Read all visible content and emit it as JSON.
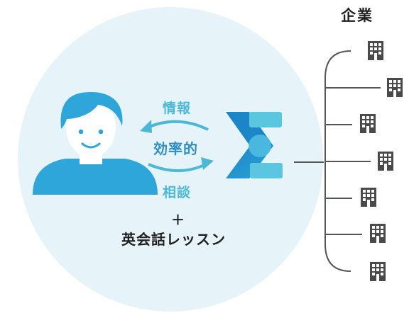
{
  "labels": {
    "companies": "企業",
    "information": "情報",
    "efficiency": "効率的",
    "consultation": "相談",
    "plus": "＋",
    "english_lessons": "英会話レッスン"
  },
  "colors": {
    "circle_bg": "#e6f4fa",
    "person": "#2fa6d9",
    "arrow": "#4bb8d6",
    "logo_dark": "#1c86c8",
    "logo_light": "#5ac6e0",
    "building": "#4a4a4a",
    "line": "#555555"
  },
  "icons": {
    "person": "person-icon",
    "logo": "sigma-logo-icon",
    "building": "building-icon"
  }
}
